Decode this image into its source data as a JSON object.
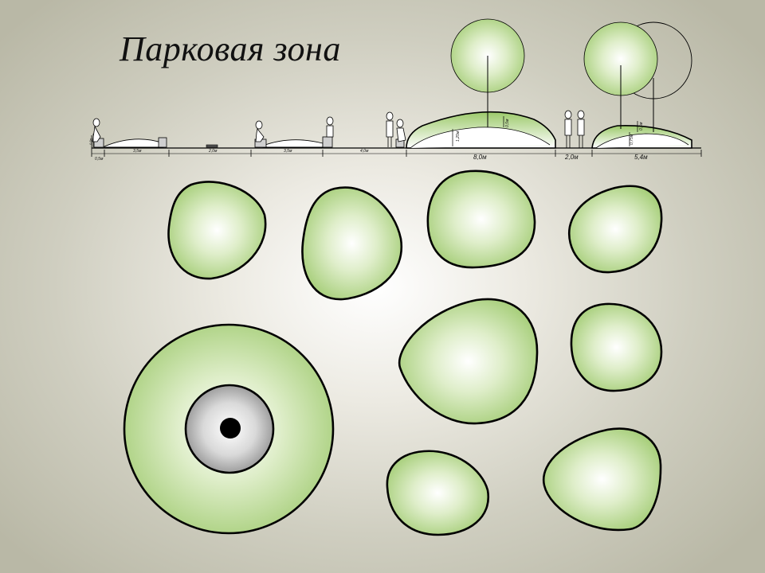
{
  "title": "Парковая зона",
  "section_labels": {
    "s1": "0,5м",
    "s2": "3,5м",
    "s3": "2,0м",
    "s4": "3,5м",
    "s5": "4,0м",
    "s6": "8,0м",
    "s7": "2,0м",
    "s8": "5,4м",
    "h1": "1,25м",
    "h2": "0,5м",
    "h3": "0,75м",
    "h4": "0,5м",
    "h0": "0,5м"
  },
  "colors": {
    "island_fill_center": "#ffffff",
    "island_fill_edge": "#a8cf7c",
    "outline": "#000000",
    "background_center": "#ffffff",
    "background_edge": "#b9b8a6",
    "pond_fill": "#9e9e9e"
  }
}
